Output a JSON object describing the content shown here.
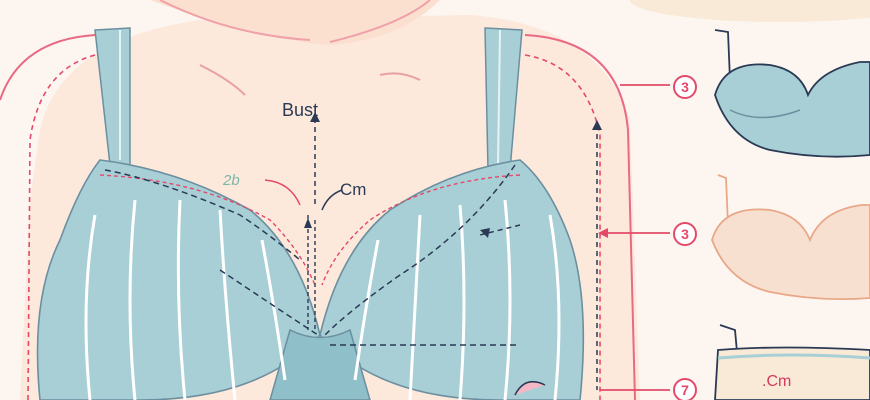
{
  "labels": {
    "bust": "Bust",
    "size": "2b",
    "cm_left": "Cm",
    "cm_right": ".Cm"
  },
  "badges": [
    "3",
    "3",
    "7"
  ],
  "colors": {
    "skin": "#fce9dc",
    "band_blue": "#a8cfd6",
    "band_blue_dark": "#8fbfc8",
    "outline_navy": "#2a3a55",
    "accent_pink": "#e34a6a",
    "cup_peach": "#f6d9c6"
  }
}
